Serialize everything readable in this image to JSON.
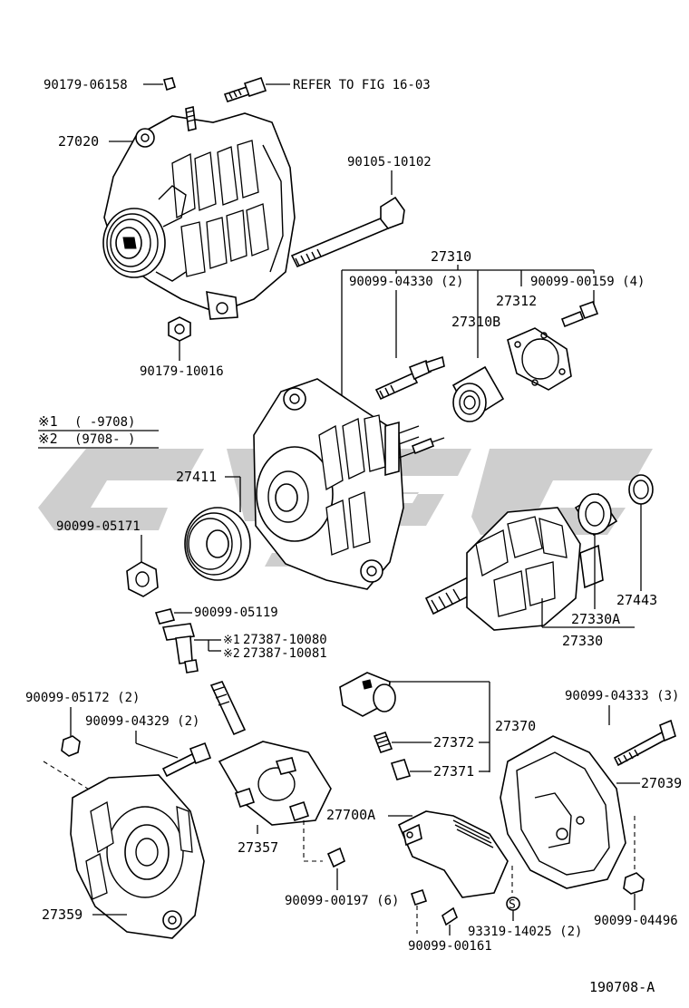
{
  "watermark": {
    "color": "#bdbdbd"
  },
  "parts": {
    "p90179_06158": "90179-06158",
    "refer_fig": "REFER TO FIG 16-03",
    "p27020": "27020",
    "p90105_10102": "90105-10102",
    "p27310": "27310",
    "p90099_04330": "90099-04330 (2)",
    "p90099_00159": "90099-00159 (4)",
    "p27312": "27312",
    "p27310B": "27310B",
    "p90179_10016": "90179-10016",
    "p27411": "27411",
    "p90099_05171": "90099-05171",
    "p90099_05119": "90099-05119",
    "p27387_10080": "27387-10080",
    "p27387_10081": "27387-10081",
    "p27443": "27443",
    "p27330A": "27330A",
    "p27330": "27330",
    "p90099_05172": "90099-05172 (2)",
    "p90099_04329": "90099-04329 (2)",
    "p27370": "27370",
    "p27372": "27372",
    "p27371": "27371",
    "p90099_04333": "90099-04333 (3)",
    "p27039": "27039",
    "p27700A": "27700A",
    "p27357": "27357",
    "p27359": "27359",
    "p90099_00197": "90099-00197 (6)",
    "p93319_14025": "93319-14025 (2)",
    "p90099_00161": "90099-00161",
    "p90099_04496": "90099-04496"
  },
  "legend": {
    "mark1": "※1",
    "range1": "(    -9708)",
    "mark2": "※2",
    "range2": "(9708-     )",
    "tag1": "※1",
    "tag2": "※2"
  },
  "washer_mark": "S",
  "figure_id": "190708-A"
}
